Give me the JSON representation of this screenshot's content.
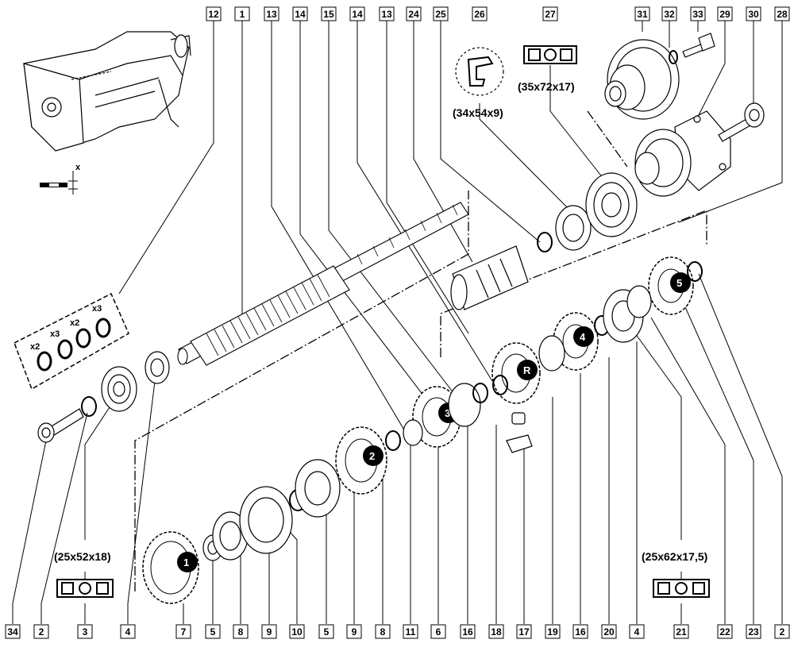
{
  "top_labels": [
    "12",
    "1",
    "13",
    "14",
    "15",
    "14",
    "13",
    "24",
    "25",
    "26",
    "27",
    "31",
    "32",
    "33",
    "29",
    "30",
    "28"
  ],
  "bottom_labels": [
    "34",
    "2",
    "3",
    "4",
    "7",
    "5",
    "8",
    "9",
    "10",
    "5",
    "9",
    "8",
    "11",
    "6",
    "16",
    "18",
    "17",
    "19",
    "16",
    "20",
    "4",
    "21",
    "22",
    "23",
    "2"
  ],
  "dimensions": {
    "seal_26": "(34x54x9)",
    "bearing_27": "(35x72x17)",
    "bearing_3": "(25x52x18)",
    "bearing_21": "(25x62x17,5)"
  },
  "shim_counts": [
    "x2",
    "x3",
    "x2",
    "x3"
  ],
  "gear_numbers": [
    "1",
    "2",
    "3",
    "R",
    "4",
    "5"
  ],
  "axis_marker": "x"
}
